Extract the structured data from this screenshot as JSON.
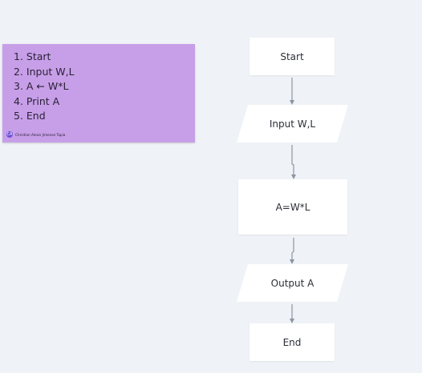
{
  "sticky_note": {
    "steps": [
      "1. Start",
      "2. Input W,L",
      "3. A  ← W*L",
      "4. Print A",
      "5. End"
    ],
    "author_initial": "CA",
    "author": "Christian Alexis Jimenez Tapia",
    "color": "#c79fe8"
  },
  "flowchart": {
    "start": "Start",
    "input": "Input W,L",
    "process": "A=W*L",
    "output": "Output A",
    "end": "End",
    "connector_color": "#8a95a5"
  }
}
